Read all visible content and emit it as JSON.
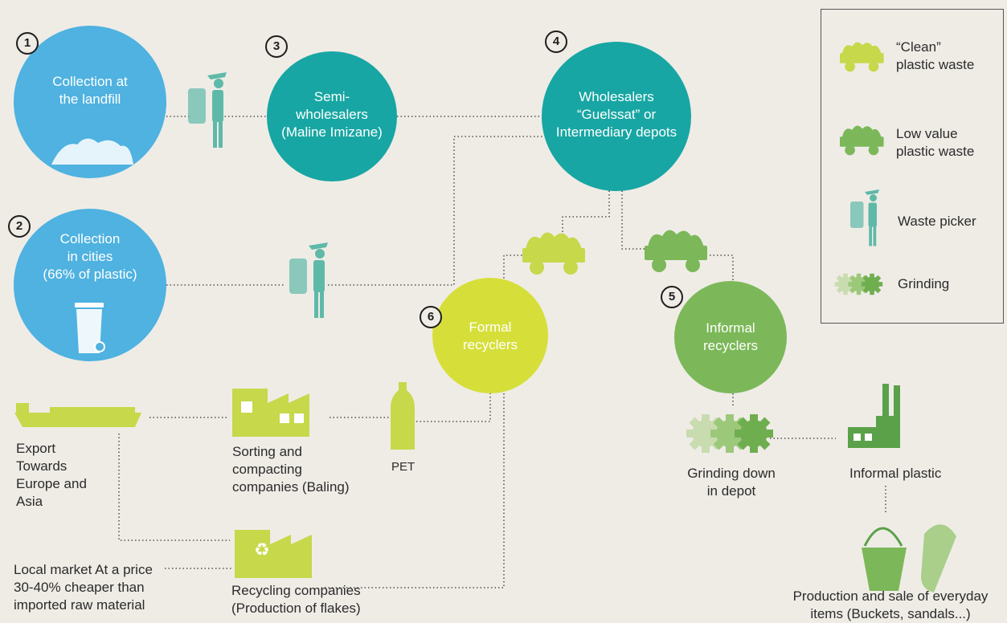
{
  "nodes": {
    "n1": {
      "number": "1",
      "label": "Collection at\nthe landfill"
    },
    "n2": {
      "number": "2",
      "label": "Collection\nin cities\n(66% of plastic)"
    },
    "n3": {
      "number": "3",
      "label": "Semi-\nwholesalers\n(Maline Imizane)"
    },
    "n4": {
      "number": "4",
      "label": "Wholesalers\n“Guelssat” or\nIntermediary depots"
    },
    "n5": {
      "number": "5",
      "label": "Informal\nrecyclers"
    },
    "n6": {
      "number": "6",
      "label": "Formal\nrecyclers"
    }
  },
  "labels": {
    "export": "Export\nTowards\nEurope and\nAsia",
    "sorting": "Sorting and\ncompacting\ncompanies (Baling)",
    "pet": "PET",
    "local_market": "Local market At a price\n30-40% cheaper than\nimported raw material",
    "recycling": "Recycling companies\n(Production of flakes)",
    "grinding_depot": "Grinding down\nin depot",
    "informal_plastic": "Informal plastic",
    "production": "Production and sale of everyday\nitems (Buckets, sandals...)"
  },
  "legend": {
    "clean": "“Clean”\nplastic waste",
    "low_value": "Low value\nplastic waste",
    "picker": "Waste picker",
    "grinding": "Grinding"
  },
  "colors": {
    "blue": "#4fb2e0",
    "teal": "#17a6a3",
    "lime": "#c7d84a",
    "green": "#7cb859",
    "dark_green": "#5aa14a",
    "picker": "#5fb9a8",
    "background": "#efece6"
  }
}
